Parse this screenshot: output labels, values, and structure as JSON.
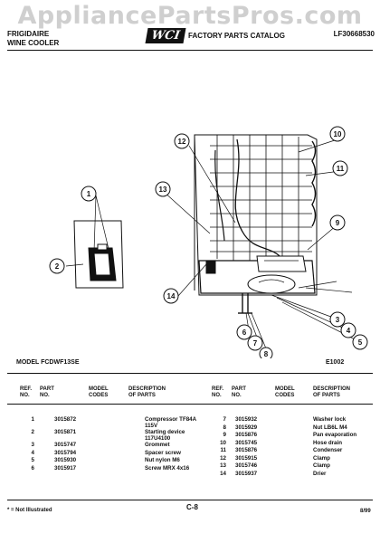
{
  "watermark": "AppliancePartsPros.com",
  "header": {
    "brand": "FRIGIDAIRE",
    "product": "WINE COOLER",
    "logo": "WCI",
    "catalog": "FACTORY PARTS CATALOG",
    "catalog_id": "LF30668530"
  },
  "diagram": {
    "callouts": [
      "1",
      "2",
      "3",
      "4",
      "5",
      "6",
      "7",
      "8",
      "9",
      "10",
      "11",
      "12",
      "13",
      "14"
    ]
  },
  "model_label": "MODEL FCDWF13SE",
  "figure_code": "E1002",
  "table_headers": {
    "ref_no": "REF.\nNO.",
    "part_no": "PART\nNO.",
    "model_codes": "MODEL\nCODES",
    "description": "DESCRIPTION\nOF PARTS"
  },
  "parts_left": [
    {
      "ref": "1",
      "part": "3015872",
      "code": "",
      "desc": "Compressor TF84A\n115V"
    },
    {
      "ref": "2",
      "part": "3015871",
      "code": "",
      "desc": "Starting device\n117U4100"
    },
    {
      "ref": "3",
      "part": "3015747",
      "code": "",
      "desc": "Grommet"
    },
    {
      "ref": "4",
      "part": "3015794",
      "code": "",
      "desc": "Spacer screw"
    },
    {
      "ref": "5",
      "part": "3015930",
      "code": "",
      "desc": "Nut nylon M6"
    },
    {
      "ref": "6",
      "part": "3015917",
      "code": "",
      "desc": "Screw MRX 4x16"
    }
  ],
  "parts_right": [
    {
      "ref": "7",
      "part": "3015932",
      "code": "",
      "desc": "Washer lock"
    },
    {
      "ref": "8",
      "part": "3015929",
      "code": "",
      "desc": "Nut LB6L M4"
    },
    {
      "ref": "9",
      "part": "3015876",
      "code": "",
      "desc": "Pan evaporation"
    },
    {
      "ref": "10",
      "part": "3015745",
      "code": "",
      "desc": "Hose drain"
    },
    {
      "ref": "11",
      "part": "3015876",
      "code": "",
      "desc": "Condenser"
    },
    {
      "ref": "12",
      "part": "3015915",
      "code": "",
      "desc": "Clamp"
    },
    {
      "ref": "13",
      "part": "3015746",
      "code": "",
      "desc": "Clamp"
    },
    {
      "ref": "14",
      "part": "3015937",
      "code": "",
      "desc": "Drier"
    }
  ],
  "footer": {
    "note": "* = Not Illustrated",
    "page": "C-8",
    "date": "8/99"
  }
}
